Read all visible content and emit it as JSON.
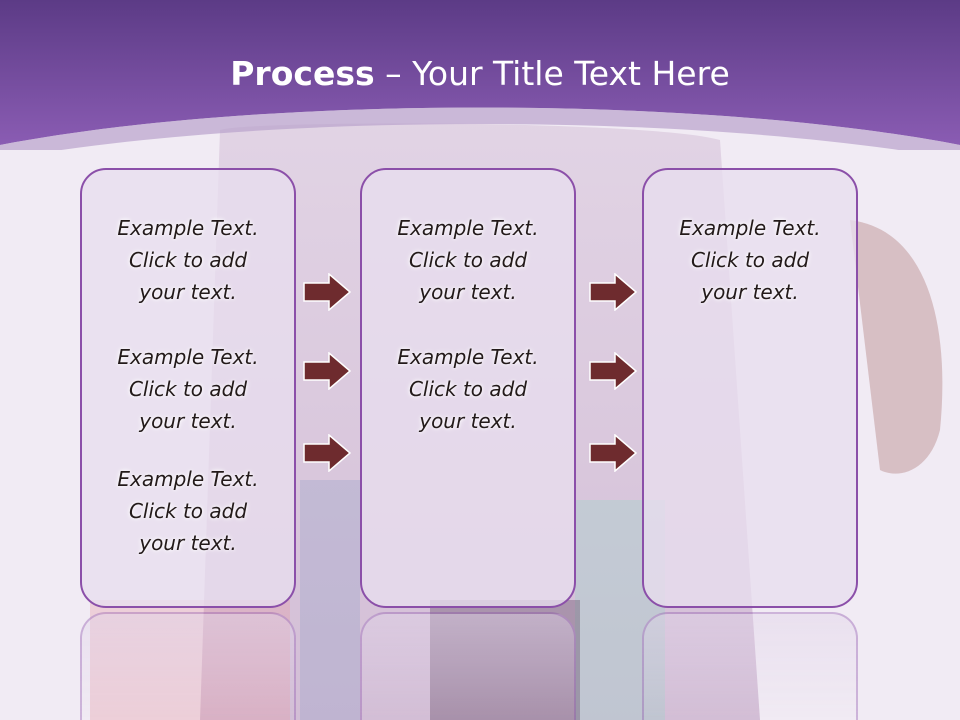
{
  "slide": {
    "title_bold": "Process",
    "title_rest": "– Your Title Text Here"
  },
  "columns": [
    {
      "items": [
        [
          "Example Text.",
          "Click  to add",
          "your text."
        ],
        [
          "Example Text.",
          "Click  to add",
          "your text."
        ],
        [
          "Example Text.",
          "Click  to add",
          "your text."
        ]
      ]
    },
    {
      "items": [
        [
          "Example Text.",
          "Click  to add",
          "your text."
        ],
        [
          "Example Text.",
          "Click  to add",
          "your text."
        ]
      ]
    },
    {
      "items": [
        [
          "Example Text.",
          "Click  to add",
          "your text."
        ]
      ]
    }
  ],
  "colors": {
    "header": "#7a4fa3",
    "box_border": "#8b4fa9",
    "arrow_fill": "#6e2b2e"
  }
}
